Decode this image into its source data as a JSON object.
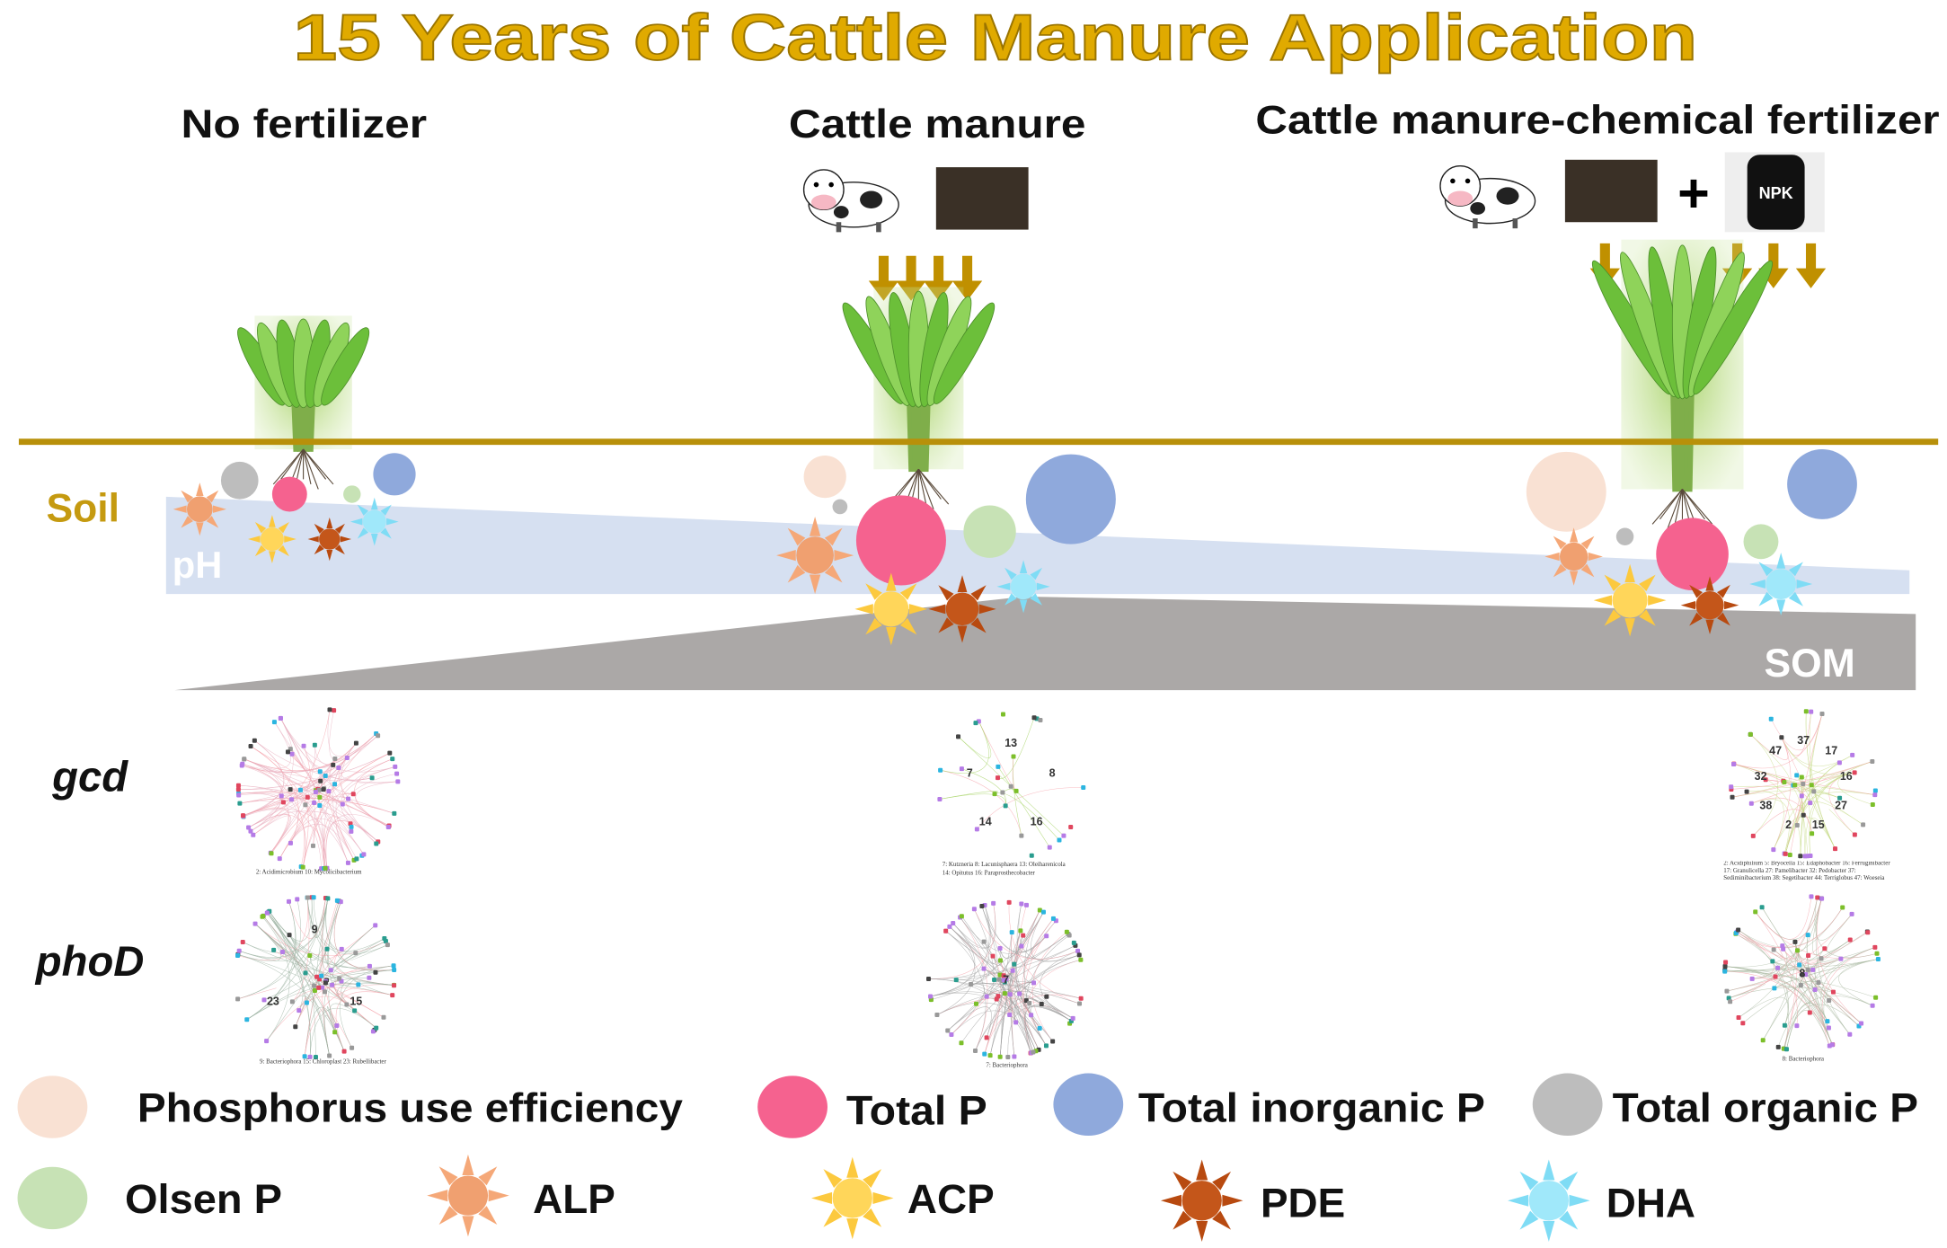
{
  "title": "15 Years of Cattle Manure Application",
  "treatments": {
    "nf": "No fertilizer",
    "cm": "Cattle manure",
    "cmcf": "Cattle manure-chemical fertilizer"
  },
  "npk_label": "NPK",
  "plus_sign": "+",
  "layers": {
    "soil": "Soil",
    "ph": "pH",
    "som": "SOM"
  },
  "rows": {
    "gcd": "gcd",
    "phod": "phoD"
  },
  "networks": {
    "gcd_nf_caption": "2: Acidimicrobium   10: Mycolicibacterium",
    "gcd_cm_caption1": "7: Kutzneria    8: Lacunisphaera    13: Oleiharenicola",
    "gcd_cm_caption2": "14: Opitutus    16: Paraprosthecobacter",
    "gcd_cm_nodes": [
      "13",
      "8",
      "16",
      "14",
      "7"
    ],
    "gcd_cmcf_caption": "2: Acidiphilium  5: Bryocella  15: Edaphobacter  16: Ferruginibacter  17: Granulicella  27: Pamelibacter  32: Pedobacter  37: Sediminibacterium  38: Segetibacter  44: Terriglobus  47: Woeseia",
    "gcd_cmcf_nodes": [
      "37",
      "17",
      "16",
      "27",
      "15",
      "2",
      "38",
      "32",
      "47"
    ],
    "phod_nf_caption": "9: Bacteriophora   15: Chloroplast   23: Rubellibacter",
    "phod_nf_nodes": [
      "9",
      "15",
      "23"
    ],
    "phod_cm_caption": "7: Bacteriophora",
    "phod_cm_nodes": [
      "7"
    ],
    "phod_cmcf_caption": "8: Bacteriophora",
    "phod_cmcf_nodes": [
      "8"
    ]
  },
  "legend": {
    "pue": "Phosphorus use efficiency",
    "tp": "Total P",
    "tip": "Total inorganic P",
    "top": "Total organic P",
    "olsen": "Olsen P",
    "alp": "ALP",
    "acp": "ACP",
    "pde": "PDE",
    "dha": "DHA"
  },
  "colors": {
    "title": "#e0aa00",
    "ground": "#b8900a",
    "ph": "#d6e0f1",
    "som": "#aba8a7",
    "pue": "#f9e1d3",
    "tp": "#f5628f",
    "tip": "#8fa9dc",
    "top": "#bdbdbd",
    "olsen": "#c7e2b5",
    "alp": "#f2a878",
    "acp": "#ffd65a",
    "pde": "#c4561a",
    "dha": "#93e4f8"
  }
}
